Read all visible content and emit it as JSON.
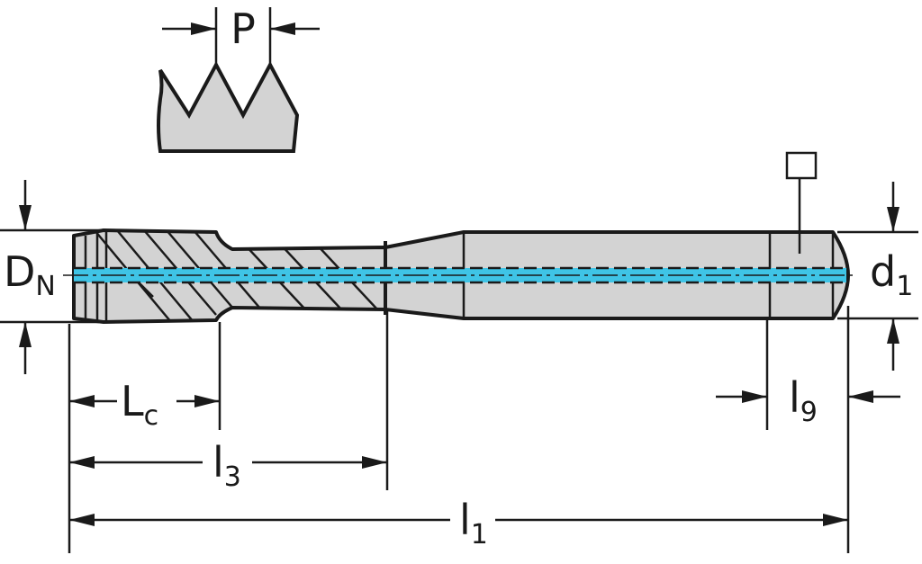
{
  "labels": {
    "pitch": "P",
    "nominal_diameter": {
      "main": "D",
      "sub": "N"
    },
    "shank_diameter": {
      "main": "d",
      "sub": "1"
    },
    "chamfer_length": {
      "main": "L",
      "sub": "c"
    },
    "thread_length": {
      "main": "l",
      "sub": "3"
    },
    "total_length": {
      "main": "l",
      "sub": "1"
    },
    "square_length": {
      "main": "l",
      "sub": "9"
    }
  },
  "colors": {
    "body_fill": "#d3d3d3",
    "outline": "#1a1a1a",
    "coolant_channel": "#3fc4e6",
    "background": "#ffffff"
  },
  "icons": [
    "square-drive-icon"
  ]
}
